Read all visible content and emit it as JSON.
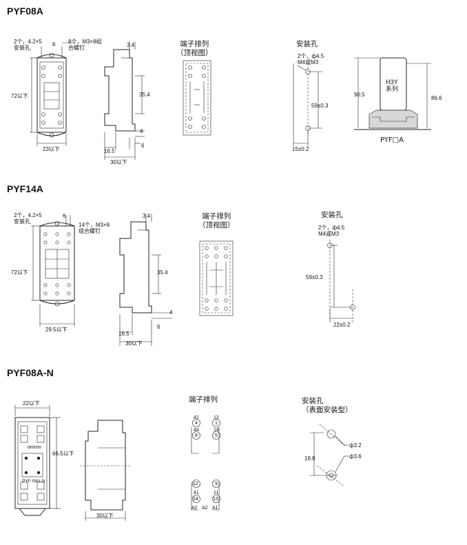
{
  "s1": {
    "title": "PYF08A",
    "front": {
      "holes": "2个，4.2×5\n安装孔",
      "screws": "8个，M3×8组\n合螺钉",
      "height": "72以下",
      "width": "23以下",
      "six": "6"
    },
    "side": {
      "top": "3.4",
      "mid": "35.4",
      "four": "4",
      "six": "6",
      "left": "16.5",
      "width": "30以下"
    },
    "terminal": {
      "title": "端子排列\n（顶视图）"
    },
    "mount": {
      "title": "安装孔",
      "holes": "2个，ф4.5\nM4或M3",
      "pitch": "59±0.3",
      "offset": "15±0.2"
    },
    "h3y": {
      "relay": "H3Y\n系列",
      "left": "90.5",
      "right": "86.6",
      "socket": "PYF□A"
    }
  },
  "s2": {
    "title": "PYF14A",
    "front": {
      "holes": "2个，4.2×5\n安装孔",
      "screws": "14个，M3×8\n组合螺钉",
      "height": "72以下",
      "width": "29.5以下",
      "six": "6"
    },
    "side": {
      "top": "3.4",
      "mid": "35.4",
      "four": "4",
      "six": "6",
      "left": "16.5",
      "width": "30以下"
    },
    "terminal": {
      "title": "端子排列\n（顶视图）"
    },
    "mount": {
      "title": "安装孔",
      "holes": "2个，ф4.5\nM4或M3",
      "pitch": "59±0.3",
      "offset": "22±0.2"
    }
  },
  "s3": {
    "title": "PYF08A-N",
    "front": {
      "width": "22以下",
      "height": "66.5以下",
      "brand": "omron",
      "model": "PYF-08A-N"
    },
    "side": {
      "width": "30以下"
    },
    "terminal": {
      "title": "端子排列",
      "pins": [
        "42",
        "12",
        "4",
        "1",
        "44",
        "14",
        "8",
        "5",
        "41",
        "11",
        "12",
        "9",
        "14",
        "13",
        "A2",
        "A2",
        "A1"
      ]
    },
    "mount": {
      "title": "安装孔\n（表面安装型）",
      "d1": "ф3.2",
      "d2": "ф3.6",
      "pitch": "19.8"
    }
  }
}
